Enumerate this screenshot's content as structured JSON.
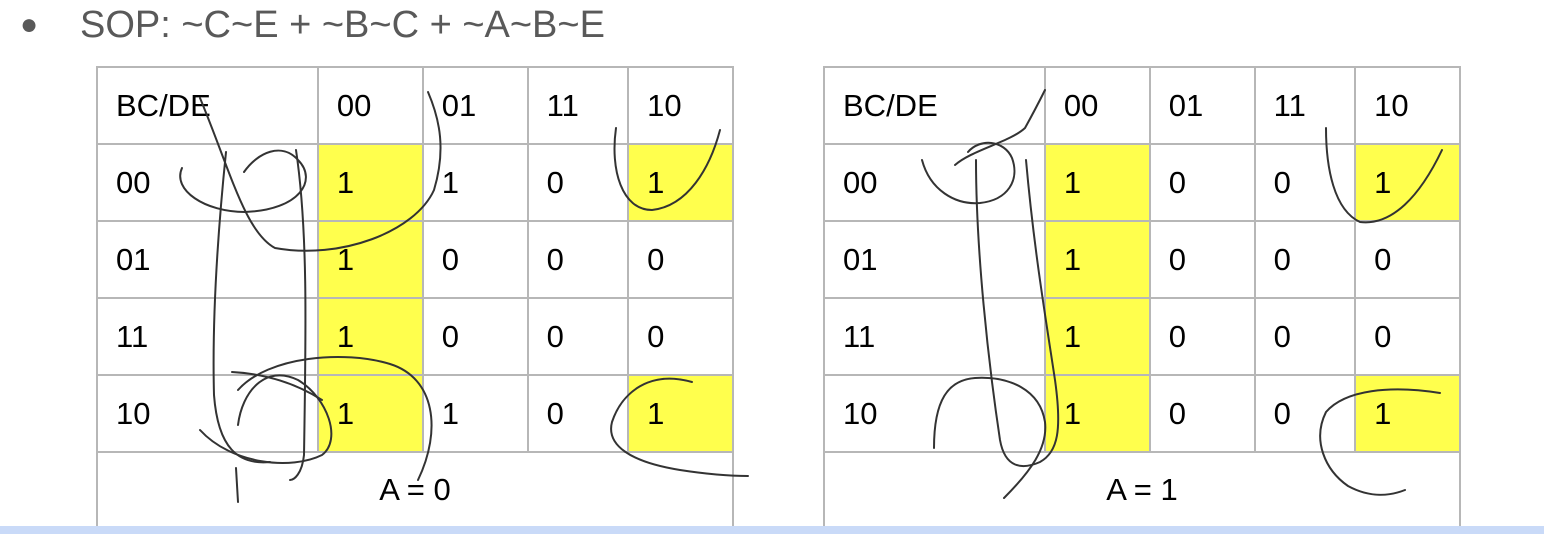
{
  "heading": {
    "bullet": "●",
    "text": "SOP: ~C~E + ~B~C + ~A~B~E"
  },
  "colors": {
    "highlight": "#ffff4d",
    "grid": "#b7b7b7",
    "heading_text": "#595959",
    "bottom_bar": "#c9daf8"
  },
  "maps": [
    {
      "header": [
        "BC/DE",
        "00",
        "01",
        "11",
        "10"
      ],
      "rows": [
        [
          "00",
          "1",
          "1",
          "0",
          "1"
        ],
        [
          "01",
          "1",
          "0",
          "0",
          "0"
        ],
        [
          "11",
          "1",
          "0",
          "0",
          "0"
        ],
        [
          "10",
          "1",
          "1",
          "0",
          "1"
        ]
      ],
      "highlighted": [
        [
          0,
          1
        ],
        [
          1,
          1
        ],
        [
          2,
          1
        ],
        [
          3,
          1
        ],
        [
          0,
          4
        ],
        [
          3,
          4
        ]
      ],
      "caption": "A = 0"
    },
    {
      "header": [
        "BC/DE",
        "00",
        "01",
        "11",
        "10"
      ],
      "rows": [
        [
          "00",
          "1",
          "0",
          "0",
          "1"
        ],
        [
          "01",
          "1",
          "0",
          "0",
          "0"
        ],
        [
          "11",
          "1",
          "0",
          "0",
          "0"
        ],
        [
          "10",
          "1",
          "0",
          "0",
          "1"
        ]
      ],
      "highlighted": [
        [
          0,
          1
        ],
        [
          1,
          1
        ],
        [
          2,
          1
        ],
        [
          3,
          1
        ],
        [
          0,
          4
        ],
        [
          3,
          4
        ]
      ],
      "caption": "A = 1"
    }
  ]
}
